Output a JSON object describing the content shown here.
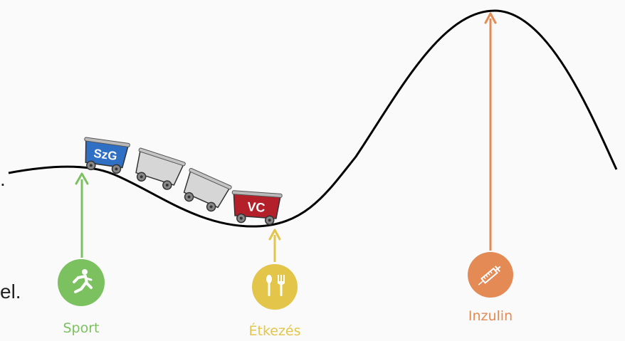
{
  "colors": {
    "background": "#fafafa",
    "curve": "#000000",
    "sport": "#7cc160",
    "etkezes": "#e3c54a",
    "inzulin": "#e48a55",
    "cart_blue": "#2f6fc4",
    "cart_red": "#b3202a",
    "cart_gray": "#d6d6d6"
  },
  "edge_text": {
    "left_top": ".",
    "left_bottom": "el."
  },
  "carts": [
    {
      "label": "SzG",
      "color": "blue",
      "icon": "mine-cart-icon"
    },
    {
      "label": "",
      "color": "gray",
      "icon": "mine-cart-icon"
    },
    {
      "label": "",
      "color": "gray",
      "icon": "mine-cart-icon"
    },
    {
      "label": "VC",
      "color": "red",
      "icon": "mine-cart-icon"
    }
  ],
  "factors": [
    {
      "key": "sport",
      "label": "Sport",
      "icon": "running-person-icon"
    },
    {
      "key": "etkezes",
      "label": "Étkezés",
      "icon": "fork-spoon-icon"
    },
    {
      "key": "inzulin",
      "label": "Inzulin",
      "icon": "syringe-icon"
    }
  ]
}
